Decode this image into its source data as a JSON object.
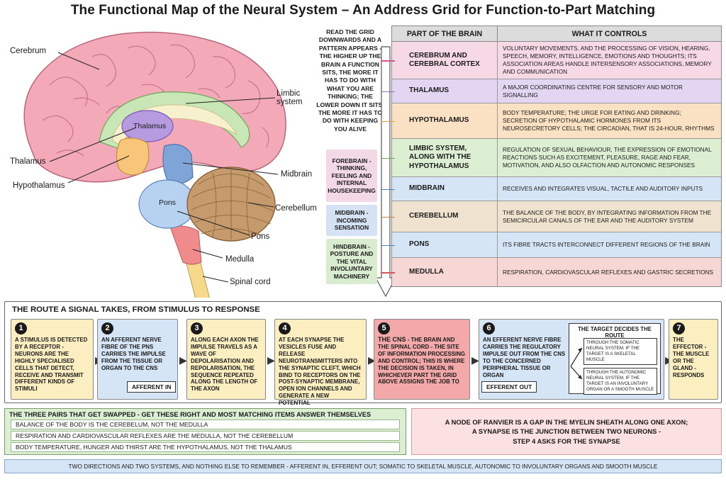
{
  "title": "The Functional Map of the Neural System – An Address Grid for Function-to-Part Matching",
  "brain_labels": {
    "cerebrum": "Cerebrum",
    "limbic": "Limbic system",
    "thalamus_inner": "Thalamus",
    "thalamus": "Thalamus",
    "hypothalamus": "Hypothalamus",
    "midbrain": "Midbrain",
    "cerebellum": "Cerebellum",
    "pons_inner": "Pons",
    "pons": "Pons",
    "medulla": "Medulla",
    "spinal_cord": "Spinal cord"
  },
  "reading_note": "READ THE GRID DOWNWARDS AND A PATTERN APPEARS - THE HIGHER UP THE BRAIN A FUNCTION SITS, THE MORE IT HAS TO DO WITH WHAT YOU ARE THINKING; THE LOWER DOWN IT SITS, THE MORE IT HAS TO DO WITH KEEPING YOU ALIVE",
  "bands": {
    "forebrain": "FOREBRAIN - THINKING, FEELING AND INTERNAL HOUSEKEEPING",
    "midbrain": "MIDBRAIN - INCOMING SENSATION",
    "hindbrain": "HINDBRAIN - POSTURE AND THE VITAL INVOLUNTARY MACHINERY"
  },
  "table": {
    "header_part": "PART OF THE BRAIN",
    "header_controls": "WHAT IT CONTROLS",
    "rows": [
      {
        "part": "CEREBRUM AND CEREBRAL CORTEX",
        "controls": "VOLUNTARY MOVEMENTS, AND THE PROCESSING OF VISION, HEARING, SPEECH, MEMORY, INTELLIGENCE, EMOTIONS AND THOUGHTS; ITS ASSOCIATION AREAS HANDLE INTERSENSORY ASSOCIATIONS, MEMORY AND COMMUNICATION",
        "color": "#f7d9e6",
        "tick": "#d9558c"
      },
      {
        "part": "THALAMUS",
        "controls": "A MAJOR COORDINATING CENTRE FOR SENSORY AND MOTOR SIGNALLING",
        "color": "#e3d6f2",
        "tick": "#8e6fc9"
      },
      {
        "part": "HYPOTHALAMUS",
        "controls": "BODY TEMPERATURE; THE URGE FOR EATING AND DRINKING; SECRETION OF HYPOTHALAMIC HORMONES FROM ITS NEUROSECRETORY CELLS; THE CIRCADIAN, THAT IS 24-HOUR, RHYTHMS",
        "color": "#fbe1c4",
        "tick": "#e59a3a"
      },
      {
        "part": "LIMBIC SYSTEM, ALONG WITH THE HYPOTHALAMUS",
        "controls": "REGULATION OF SEXUAL BEHAVIOUR, THE EXPRESSION OF EMOTIONAL REACTIONS SUCH AS EXCITEMENT, PLEASURE, RAGE AND FEAR, MOTIVATION, AND ALSO OLFACTION AND AUTONOMIC RESPONSES",
        "color": "#dcefd3",
        "tick": "#6da85a"
      },
      {
        "part": "MIDBRAIN",
        "controls": "RECEIVES AND INTEGRATES VISUAL, TACTILE AND AUDITORY INPUTS",
        "color": "#d6e5f6",
        "tick": "#4f86c6"
      },
      {
        "part": "CEREBELLUM",
        "controls": "THE BALANCE OF THE BODY, BY INTEGRATING INFORMATION FROM THE SEMICIRCULAR CANALS OF THE EAR AND THE AUDITORY SYSTEM",
        "color": "#efe3cf",
        "tick": "#b98a4e"
      },
      {
        "part": "PONS",
        "controls": "ITS FIBRE TRACTS INTERCONNECT DIFFERENT REGIONS OF THE BRAIN",
        "color": "#d6e5f6",
        "tick": "#4f86c6"
      },
      {
        "part": "MEDULLA",
        "controls": "RESPIRATION, CARDIOVASCULAR REFLEXES AND GASTRIC SECRETIONS",
        "color": "#f7d6d6",
        "tick": "#d95555"
      }
    ]
  },
  "route": {
    "title": "THE ROUTE A SIGNAL TAKES, FROM STIMULUS TO RESPONSE",
    "steps": [
      {
        "n": "1",
        "text": "A STIMULUS IS DETECTED BY A RECEPTOR - NEURONS ARE THE HIGHLY SPECIALISED CELLS THAT DETECT, RECEIVE AND TRANSMIT DIFFERENT KINDS OF STIMULI"
      },
      {
        "n": "2",
        "text": "AN AFFERENT NERVE FIBRE OF THE PNS CARRIES THE IMPULSE FROM THE TISSUE OR ORGAN TO THE CNS"
      },
      {
        "n": "3",
        "text": "ALONG EACH AXON THE IMPULSE TRAVELS AS A WAVE OF DEPOLARISATION AND REPOLARISATION, THE SEQUENCE REPEATED ALONG THE LENGTH OF THE AXON"
      },
      {
        "n": "4",
        "text": "AT EACH SYNAPSE THE VESICLES FUSE AND RELEASE NEUROTRANSMITTERS INTO THE SYNAPTIC CLEFT, WHICH BIND TO RECEPTORS ON THE POST-SYNAPTIC MEMBRANE, OPEN ION CHANNELS AND GENERATE A NEW POTENTIAL"
      },
      {
        "n": "5",
        "text_bold": "THE CNS",
        "text": " - THE BRAIN AND THE SPINAL CORD - THE SITE OF INFORMATION PROCESSING AND CONTROL; THIS IS WHERE THE DECISION IS TAKEN, IN WHICHEVER PART THE GRID ABOVE ASSIGNS THE JOB TO"
      },
      {
        "n": "6",
        "text": "AN EFFERENT NERVE FIBRE CARRIES THE REGULATORY IMPULSE OUT FROM THE CNS TO THE CONCERNED PERIPHERAL TISSUE OR ORGAN"
      },
      {
        "n": "7",
        "text": "THE EFFECTOR - THE MUSCLE OR THE GLAND - RESPONDS"
      }
    ],
    "afferent_tag": "AFFERENT IN",
    "efferent_tag": "EFFERENT OUT",
    "target_title": "THE TARGET DECIDES THE ROUTE",
    "target_somatic": "THROUGH THE SOMATIC NEURAL SYSTEM, IF THE TARGET IS A SKELETAL MUSCLE",
    "target_autonomic": "THROUGH THE AUTONOMIC NEURAL SYSTEM, IF THE TARGET IS AN INVOLUNTARY ORGAN OR A SMOOTH MUSCLE"
  },
  "pairs": {
    "title": "THE THREE PAIRS THAT GET SWAPPED - GET THESE RIGHT AND MOST MATCHING ITEMS ANSWER THEMSELVES",
    "items": [
      "BALANCE OF THE BODY IS THE CEREBELUM, NOT THE MEDULLA",
      "RESPIRATION AND CARDIOVASCULAR REFLEXES ARE THE MEDULLA, NOT THE CEREBELLUM",
      "BODY TEMPERATURE, HUNGER AND THIRST ARE THE HYPOTHALAMUS, NOT THE THALAMUS"
    ]
  },
  "ranvier": {
    "line1": "A NODE OF RANVIER IS A GAP IN THE MYELIN SHEATH ALONG ONE AXON;",
    "line2": "A SYNAPSE IS THE JUNCTION BETWEEN TWO NEURONS -",
    "line3": "STEP 4 ASKS FOR THE SYNAPSE"
  },
  "footer": "TWO DIRECTIONS AND TWO SYSTEMS, AND NOTHING ELSE TO REMEMBER - AFFERENT IN, EFFERENT OUT; SOMATIC TO SKELETAL MUSCLE, AUTONOMIC TO INVOLUNTARY ORGANS AND SMOOTH MUSCLE",
  "colors": {
    "cerebrum": "#f4a9b8",
    "limbic": "#c9e6b6",
    "thalamus": "#b79be0",
    "hypothalamus": "#f7c67a",
    "midbrain": "#7fa4d8",
    "pons": "#b7d1f0",
    "cerebellum": "#c59a6d",
    "medulla": "#f08b8b",
    "spinal_cord": "#f6d98a"
  }
}
